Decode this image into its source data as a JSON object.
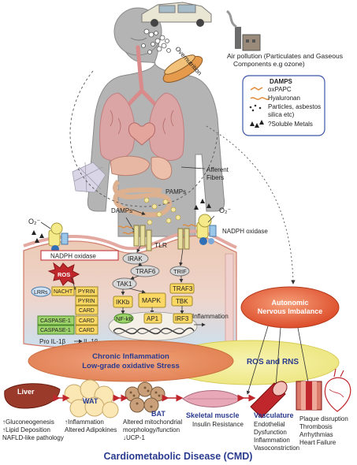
{
  "top": {
    "air_pollution_line1": "Air pollution (Particulates and Gaseous",
    "air_pollution_line2": "Components e.g ozone)",
    "overnutrition": "Overnutrition",
    "afferent_line1": "Afferent",
    "afferent_line2": "Fibers",
    "pamps": "PAMPs",
    "damps": "DAMPs"
  },
  "legend": {
    "title": "DAMPS",
    "items": [
      "oxPAPC",
      "Hyaluronan",
      "Particles, asbestos",
      "silica etc)",
      "?Soluble Metals"
    ]
  },
  "cell": {
    "o2_left": "O₂⁻",
    "o2_right": "O₂⁻",
    "nadph_oxidase_right": "NADPH oxidase",
    "nadph_oxidase_box": "NADPH oxidase",
    "tlr": "TLR",
    "irak": "IRAK",
    "traf6": "TRAF6",
    "tak1": "TAK1",
    "ikkb": "IKKb",
    "mapk": "MAPK",
    "nfkb": "NF-kB",
    "ap1": "AP1",
    "irf3": "IRF3",
    "trif": "TRIF",
    "traf3": "TRAF3",
    "tbk": "TBK",
    "inflammation": "Inflammation",
    "ros": "ROS",
    "lrrs": "LRRs",
    "nacht": "NACHT",
    "pyrin1": "PYRIN",
    "pyrin2": "PYRIN",
    "card1": "CARD",
    "card2": "CARD",
    "card3": "CARD",
    "caspase1a": "CASPASE-1",
    "caspase1b": "CASPASE-1",
    "pro_il": "Pro IL-1β",
    "il": "IL-1β"
  },
  "autonomic": {
    "line1": "Autonomic",
    "line2": "Nervous Imbalance"
  },
  "chronic": {
    "line1": "Chronic Inflammation",
    "line2": "Low-grade oxidative Stress"
  },
  "ros_rns": "ROS and RNS",
  "organs": {
    "liver": "Liver",
    "wat": "WAT",
    "bat": "BAT",
    "skeletal": "Skeletal muscle",
    "vasculature": "Vasculature"
  },
  "effects": {
    "liver": [
      "↑Gluconeogenesis",
      "↑Lipid Deposition",
      "NAFLD-like pathology"
    ],
    "wat": [
      "↑Inflammation",
      "Altered Adipokines"
    ],
    "bat": [
      "Altered mitochondrial",
      "morphology/function",
      "↓UCP-1"
    ],
    "skeletal": [
      "Insulin Resistance"
    ],
    "vasculature": [
      "Endothelial",
      "Dysfunction",
      "Inflammation",
      "Vasoconstriction"
    ],
    "heart": [
      "Plaque disruption",
      "Thrombosis",
      "Arrhythmias",
      "Heart Failure"
    ]
  },
  "footer": "Cardiometabolic Disease (CMD)",
  "colors": {
    "body": "#b4b4b4",
    "cell_top": "#ecc9b4",
    "cell_bottom": "#c9e0f0",
    "autonomic": "#e8542a",
    "chronic": "#e9875a",
    "ros_rns": "#f3ee8f",
    "footer": "#2a3b8f",
    "node_yellow": "#fbd864",
    "node_gray": "#d8d8d8",
    "caspase_green": "#9ed26a",
    "red_arrow": "#c0272d"
  }
}
